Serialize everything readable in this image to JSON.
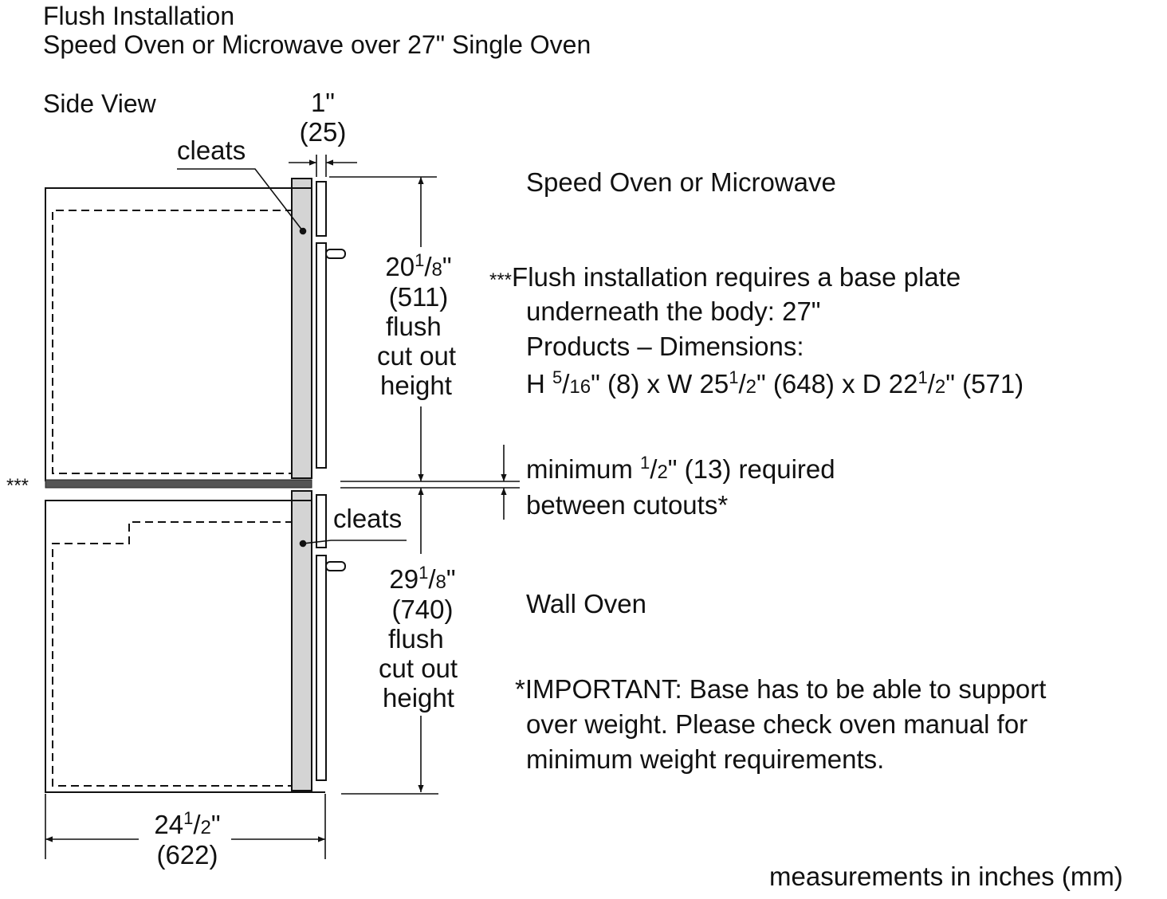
{
  "title": {
    "line1": "Flush Installation",
    "line2": "Speed Oven or Microwave over 27\" Single Oven"
  },
  "view_label": "Side View",
  "gap_top_dim": {
    "inches": "1\"",
    "mm": "(25)"
  },
  "labels": {
    "cleats_top": "cleats",
    "cleats_bottom": "cleats",
    "speed_oven": "Speed Oven or Microwave",
    "wall_oven": "Wall Oven",
    "base_plate_marker": "***",
    "units_note": "measurements in inches (mm)"
  },
  "upper_cutout": {
    "whole": "20",
    "num": "1",
    "den": "8",
    "unit": "\"",
    "mm": "(511)",
    "line3": "flush",
    "line4": "cut out",
    "line5": "height"
  },
  "lower_cutout": {
    "whole": "29",
    "num": "1",
    "den": "8",
    "unit": "\"",
    "mm": "(740)",
    "line3": "flush",
    "line4": "cut out",
    "line5": "height"
  },
  "width_dim": {
    "whole": "24",
    "num": "1",
    "den": "2",
    "unit": "\"",
    "mm": "(622)"
  },
  "minimum_note": {
    "prefix": "minimum ",
    "num": "1",
    "den": "2",
    "suffix": "\" (13) required",
    "line2": "between cutouts*"
  },
  "base_plate_note": {
    "marker": "***",
    "line1": "Flush installation requires a base plate",
    "line2": "underneath the body: 27\"",
    "line3": "Products – Dimensions:",
    "h_prefix": "H ",
    "h_num": "5",
    "h_den": "16",
    "h_suffix": "\" (8) x W 25",
    "w_num": "1",
    "w_den": "2",
    "w_suffix": "\" (648) x D 22",
    "d_num": "1",
    "d_den": "2",
    "d_suffix": "\" (571)"
  },
  "important_note": {
    "line1": "*IMPORTANT: Base has to be able to support",
    "line2": "over weight. Please check oven manual for",
    "line3": "minimum weight requirements."
  }
}
